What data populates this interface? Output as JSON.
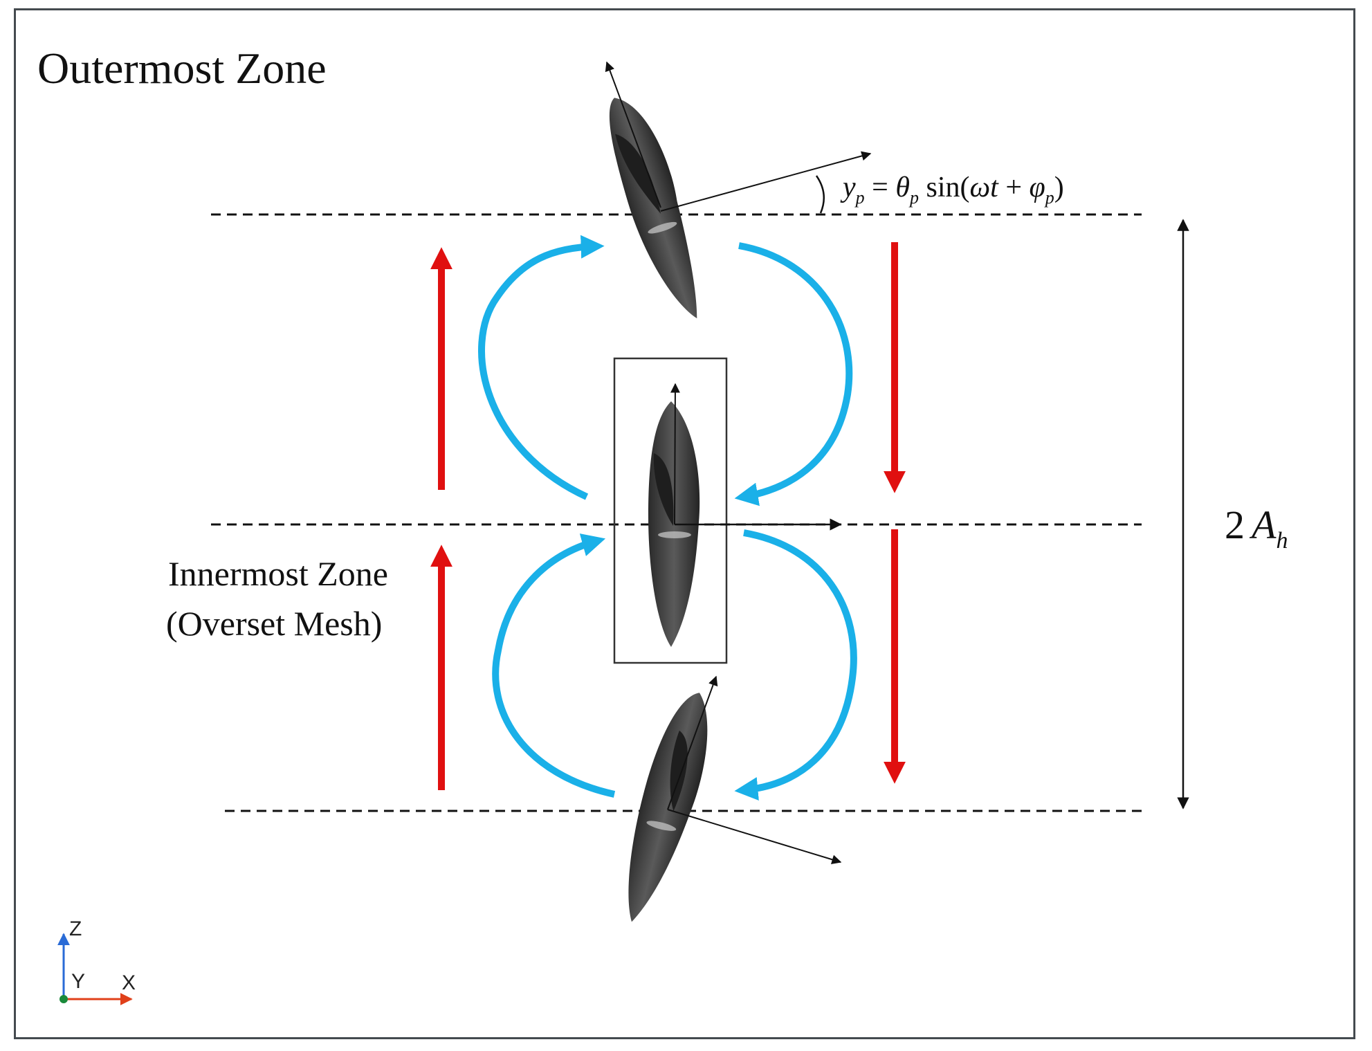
{
  "labels": {
    "outermost_zone": "Outermost Zone",
    "innermost_zone_line1": "Innermost Zone",
    "innermost_zone_line2": "(Overset Mesh)"
  },
  "equations": {
    "pitch_y": "y",
    "pitch_y_sub": "p",
    "pitch_eq": " = ",
    "pitch_theta": "θ",
    "pitch_theta_sub": "p",
    "pitch_sin": " sin(",
    "pitch_omega_t": "ωt",
    "pitch_plus": " + ",
    "pitch_phi": "φ",
    "pitch_phi_sub": "p",
    "pitch_close": ")",
    "amplitude_coef": "2",
    "amplitude_A": "A",
    "amplitude_sub": "h"
  },
  "axes_triad": {
    "z": "Z",
    "y": "Y",
    "x": "X"
  },
  "colors": {
    "heave_arrows": "#e01010",
    "rotation_arrows": "#1ab0e8",
    "dashed_lines": "#111111",
    "foil": "#3a3a3a"
  }
}
